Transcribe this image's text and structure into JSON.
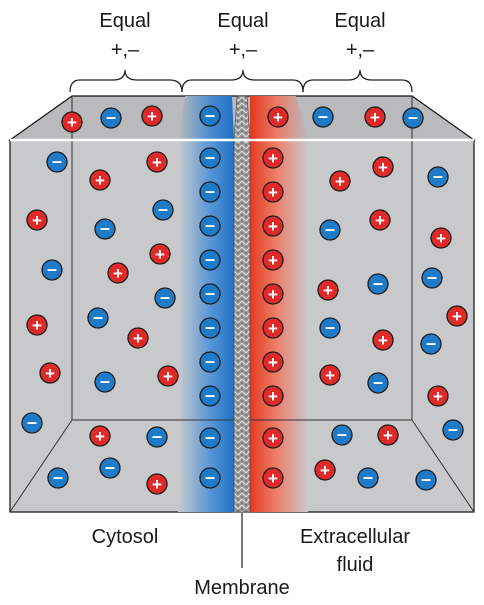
{
  "top_labels": [
    {
      "line1": "Equal",
      "line2": "+,–"
    },
    {
      "line1": "Equal",
      "line2": "+,–"
    },
    {
      "line1": "Equal",
      "line2": "+,–"
    }
  ],
  "bottom_labels": {
    "cytosol": "Cytosol",
    "extracellular_line1": "Extracellular",
    "extracellular_line2": "fluid",
    "membrane": "Membrane"
  },
  "ion_symbols": {
    "positive": "+",
    "negative": "–"
  },
  "colors": {
    "box_fill": "#c8c9cb",
    "top_face": "#b9babc",
    "positive_ion": "#e02a2a",
    "negative_ion": "#1f7ac8",
    "negative_layer": "#2f7fd0",
    "positive_layer": "#e8442a",
    "membrane": "#8c8c8c"
  }
}
